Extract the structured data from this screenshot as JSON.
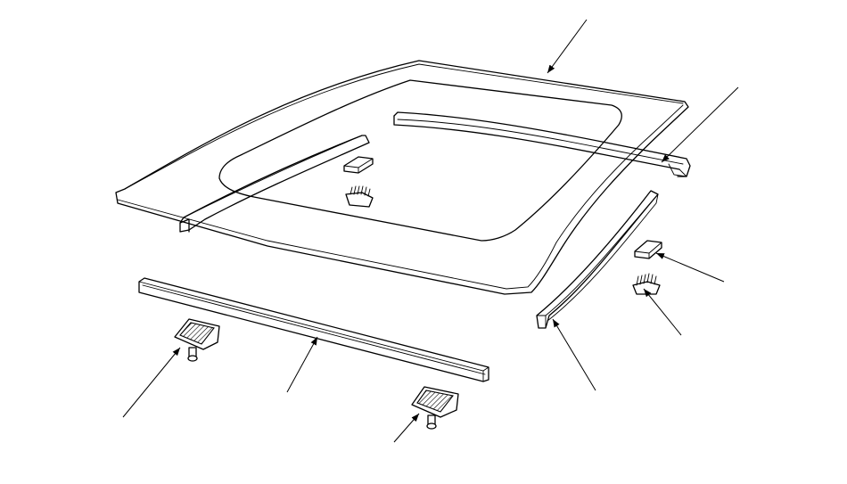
{
  "diagram": {
    "type": "exploded-parts-illustration",
    "subject": "windshield",
    "parts": [
      {
        "id": "windshield-glass",
        "icon": "glass-panel"
      },
      {
        "id": "upper-molding",
        "icon": "channel-molding"
      },
      {
        "id": "side-molding-right",
        "icon": "bar-molding"
      },
      {
        "id": "spacer-pad",
        "icon": "rectangular-pad"
      },
      {
        "id": "fastener-clip-right",
        "icon": "brush-clip"
      },
      {
        "id": "lower-molding",
        "icon": "bar-molding"
      },
      {
        "id": "lower-clip-left",
        "icon": "push-clip"
      },
      {
        "id": "lower-clip-center",
        "icon": "push-clip"
      }
    ],
    "callout_count": 8,
    "line_color": "#000000",
    "background_color": "#ffffff"
  }
}
